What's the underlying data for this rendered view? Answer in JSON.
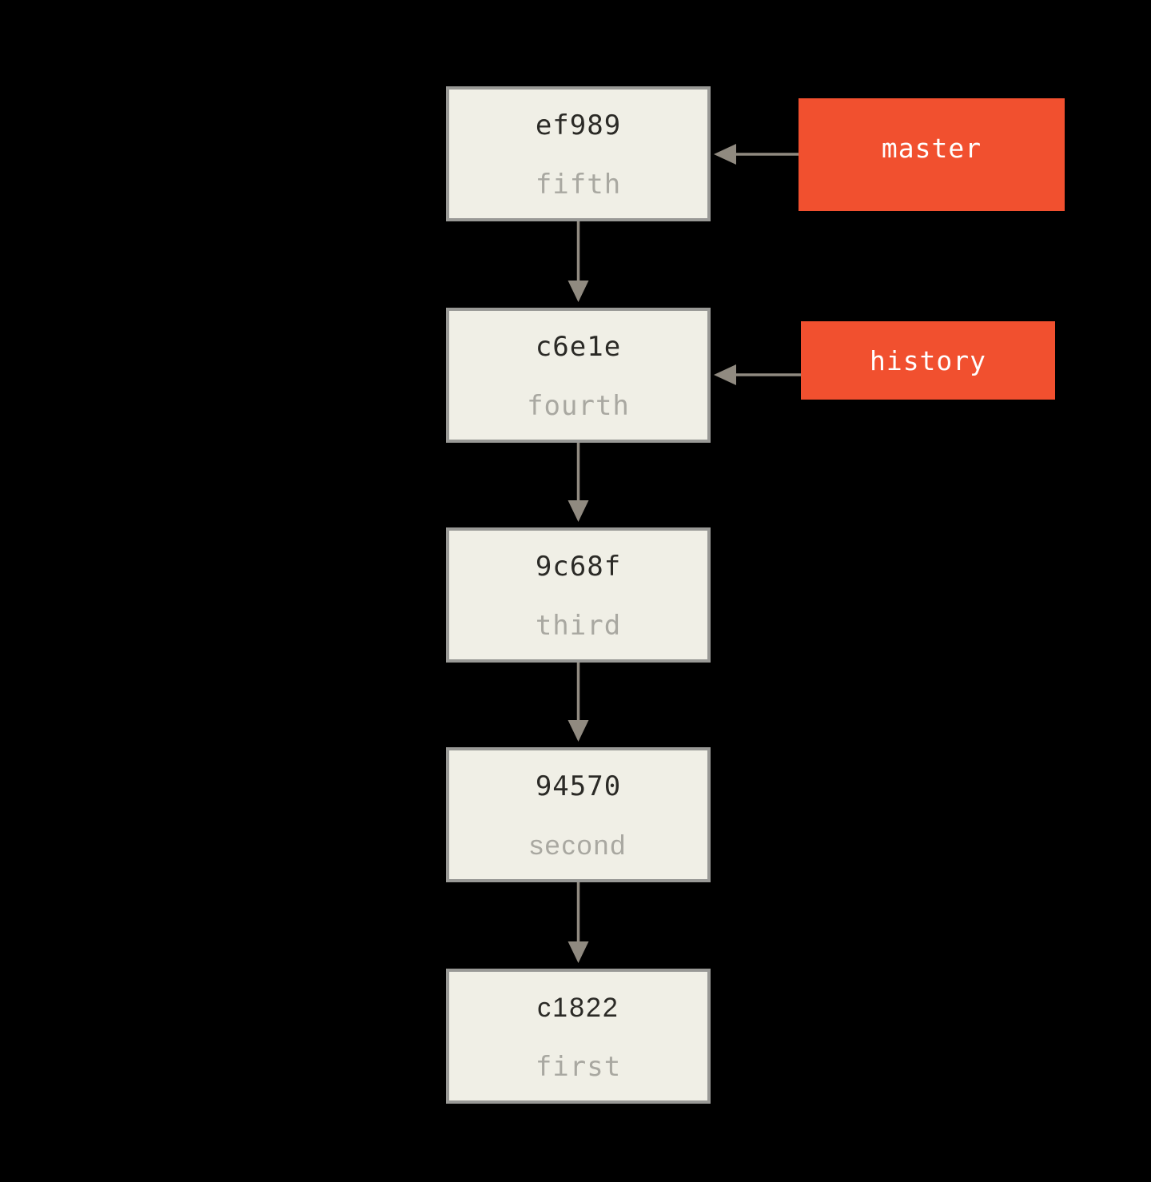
{
  "diagram": {
    "type": "git-commit-history",
    "background_color": "#000000",
    "commit_box_fill": "#f0efe6",
    "commit_box_border": "#999996",
    "hash_text_color": "#2b2a26",
    "label_text_color": "#a9a8a1",
    "branch_fill": "#f1502f",
    "branch_text_color": "#ffffff",
    "arrow_color": "#908a80"
  },
  "commits": [
    {
      "hash": "ef989",
      "label": "fifth"
    },
    {
      "hash": "c6e1e",
      "label": "fourth"
    },
    {
      "hash": "9c68f",
      "label": "third"
    },
    {
      "hash": "94570",
      "label": "second"
    },
    {
      "hash": "c1822",
      "label": "first"
    }
  ],
  "branches": [
    {
      "name": "master",
      "points_to": "ef989"
    },
    {
      "name": "history",
      "points_to": "c6e1e"
    }
  ]
}
